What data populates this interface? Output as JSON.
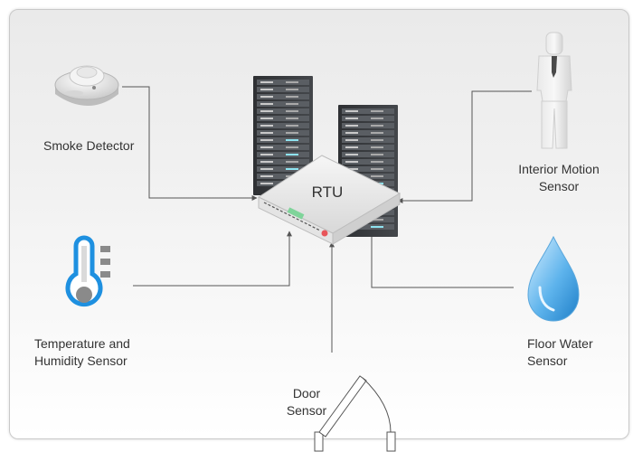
{
  "hub": {
    "label": "RTU",
    "icon": "rtu-router-icon"
  },
  "servers": {
    "icon": "server-rack-icon"
  },
  "sensors": {
    "smoke": {
      "label": "Smoke Detector",
      "icon": "smoke-detector-icon"
    },
    "motion": {
      "label_line1": "Interior Motion",
      "label_line2": "Sensor",
      "icon": "person-motion-icon"
    },
    "temperature": {
      "label_line1": "Temperature and",
      "label_line2": "Humidity Sensor",
      "icon": "thermometer-icon"
    },
    "water": {
      "label_line1": "Floor Water",
      "label_line2": "Sensor",
      "icon": "water-drop-icon"
    },
    "door": {
      "label_line1": "Door",
      "label_line2": "Sensor",
      "icon": "door-icon"
    }
  },
  "colors": {
    "line": "#555555",
    "thermo_blue": "#1e90e0",
    "water_blue": "#3a9ee0",
    "led_red": "#e8555a",
    "led_green": "#7fd49a"
  }
}
